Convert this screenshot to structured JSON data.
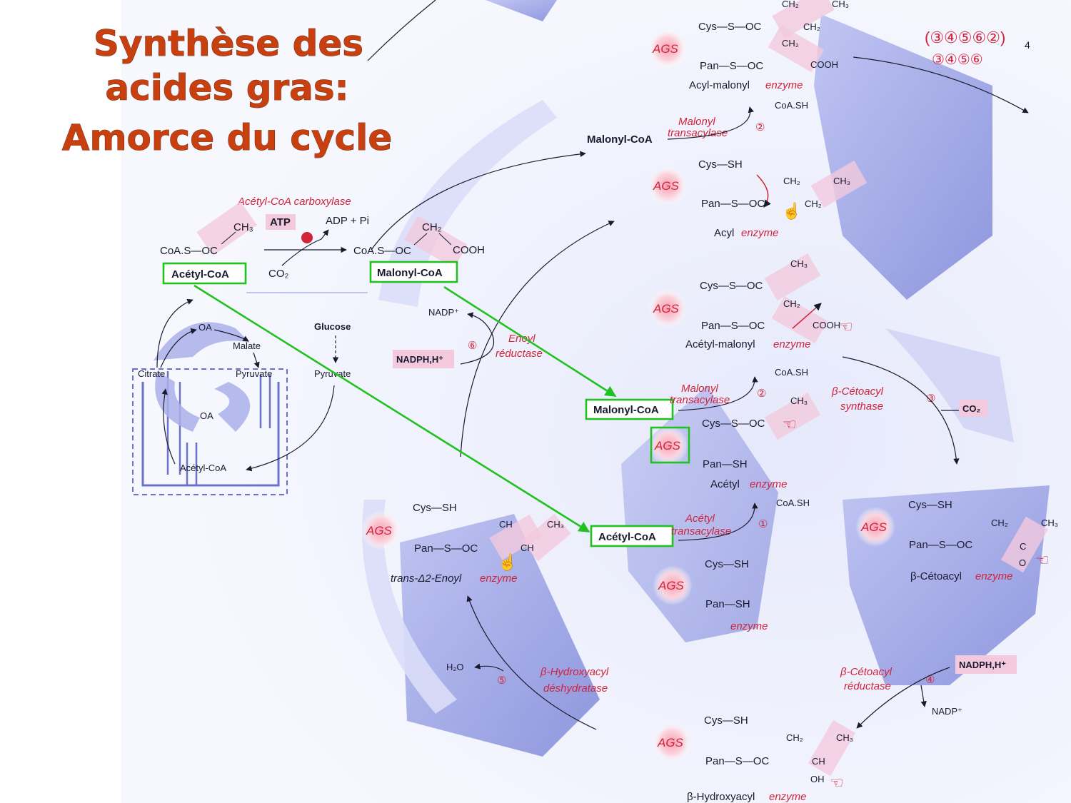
{
  "title": [
    "Synthèse des",
    "acides gras:",
    "Amorce du cycle"
  ],
  "cycle_counter": {
    "top": "(③④⑤⑥②)",
    "sub": "4",
    "bottom": "③④⑤⑥"
  },
  "carboxylation": {
    "enzyme": "Acétyl-CoA carboxylase",
    "atp": "ATP",
    "adp": "ADP + Pi",
    "co2": "CO₂",
    "acetyl_struct": "CoA.S—OC",
    "ch3": "CH₃",
    "malonyl_struct": "CoA.S—OC",
    "ch2": "CH₂",
    "cooh": "COOH",
    "acetyl_label": "Acétyl-CoA",
    "malonyl_label": "Malonyl-CoA"
  },
  "mito": {
    "oa_top": "OA",
    "malate": "Malate",
    "citrate": "Citrate",
    "pyruvate": "Pyruvate",
    "oa_bottom": "OA",
    "acetylcoa": "Acétyl-CoA",
    "glucose": "Glucose",
    "pyruvate2": "Pyruvate"
  },
  "nadp": {
    "nadp": "NADP⁺",
    "nadph": "NADPH,H⁺",
    "enoyl": "Enoyl",
    "reductase": "réductase",
    "step": "⑥"
  },
  "enzymes": {
    "acyl_malonyl": "Acyl-malonyl",
    "acyl": "Acyl",
    "acetyl_malonyl": "Acétyl-malonyl",
    "acetyl": "Acétyl",
    "empty": "enzyme",
    "trans_enoyl_prefix": "trans-Δ2-Enoyl",
    "beta_cetoacyl": "β-Cétoacyl",
    "beta_hydroxyacyl": "β-Hydroxyacyl",
    "enzyme_word": "enzyme"
  },
  "labels": {
    "ags": "AGS",
    "cys_s_oc": "Cys—S—OC",
    "cys_sh": "Cys—SH",
    "pan_s_oc": "Pan—S—OC",
    "pan_sh": "Pan—SH",
    "ch2": "CH₂",
    "ch3": "CH₃",
    "cooh": "COOH",
    "ch": "CH",
    "c": "C",
    "o": "O",
    "oh": "OH",
    "coash": "CoA.SH",
    "co2": "CO₂",
    "h2o": "H₂O",
    "nadph": "NADPH,H⁺",
    "nadp": "NADP⁺"
  },
  "steps": {
    "malonyl_transacylase_1": "Malonyl",
    "transacylase": "transacylase",
    "acetyl_transacylase": "Acétyl",
    "beta_cetoacyl_synthase_a": "β-Cétoacyl",
    "beta_cetoacyl_synthase_b": "synthase",
    "beta_cetoacyl_reductase_a": "β-Cétoacyl",
    "beta_cetoacyl_reductase_b": "réductase",
    "beta_hydroxyacyl_a": "β-Hydroxyacyl",
    "beta_hydroxyacyl_b": "déshydratase",
    "n1": "①",
    "n2": "②",
    "n3": "③",
    "n4": "④",
    "n5": "⑤",
    "n6": "⑥"
  },
  "highlight_boxes": {
    "malonyl": "Malonyl-CoA",
    "acetyl": "Acétyl-CoA",
    "malonyl_top": "Malonyl-CoA"
  },
  "colors": {
    "title": "#c8400f",
    "enzyme_red": "#d2233a",
    "highlight": "#1fc21f",
    "arrow_band": "#8e97e0",
    "pink": "#f3c9dd"
  }
}
